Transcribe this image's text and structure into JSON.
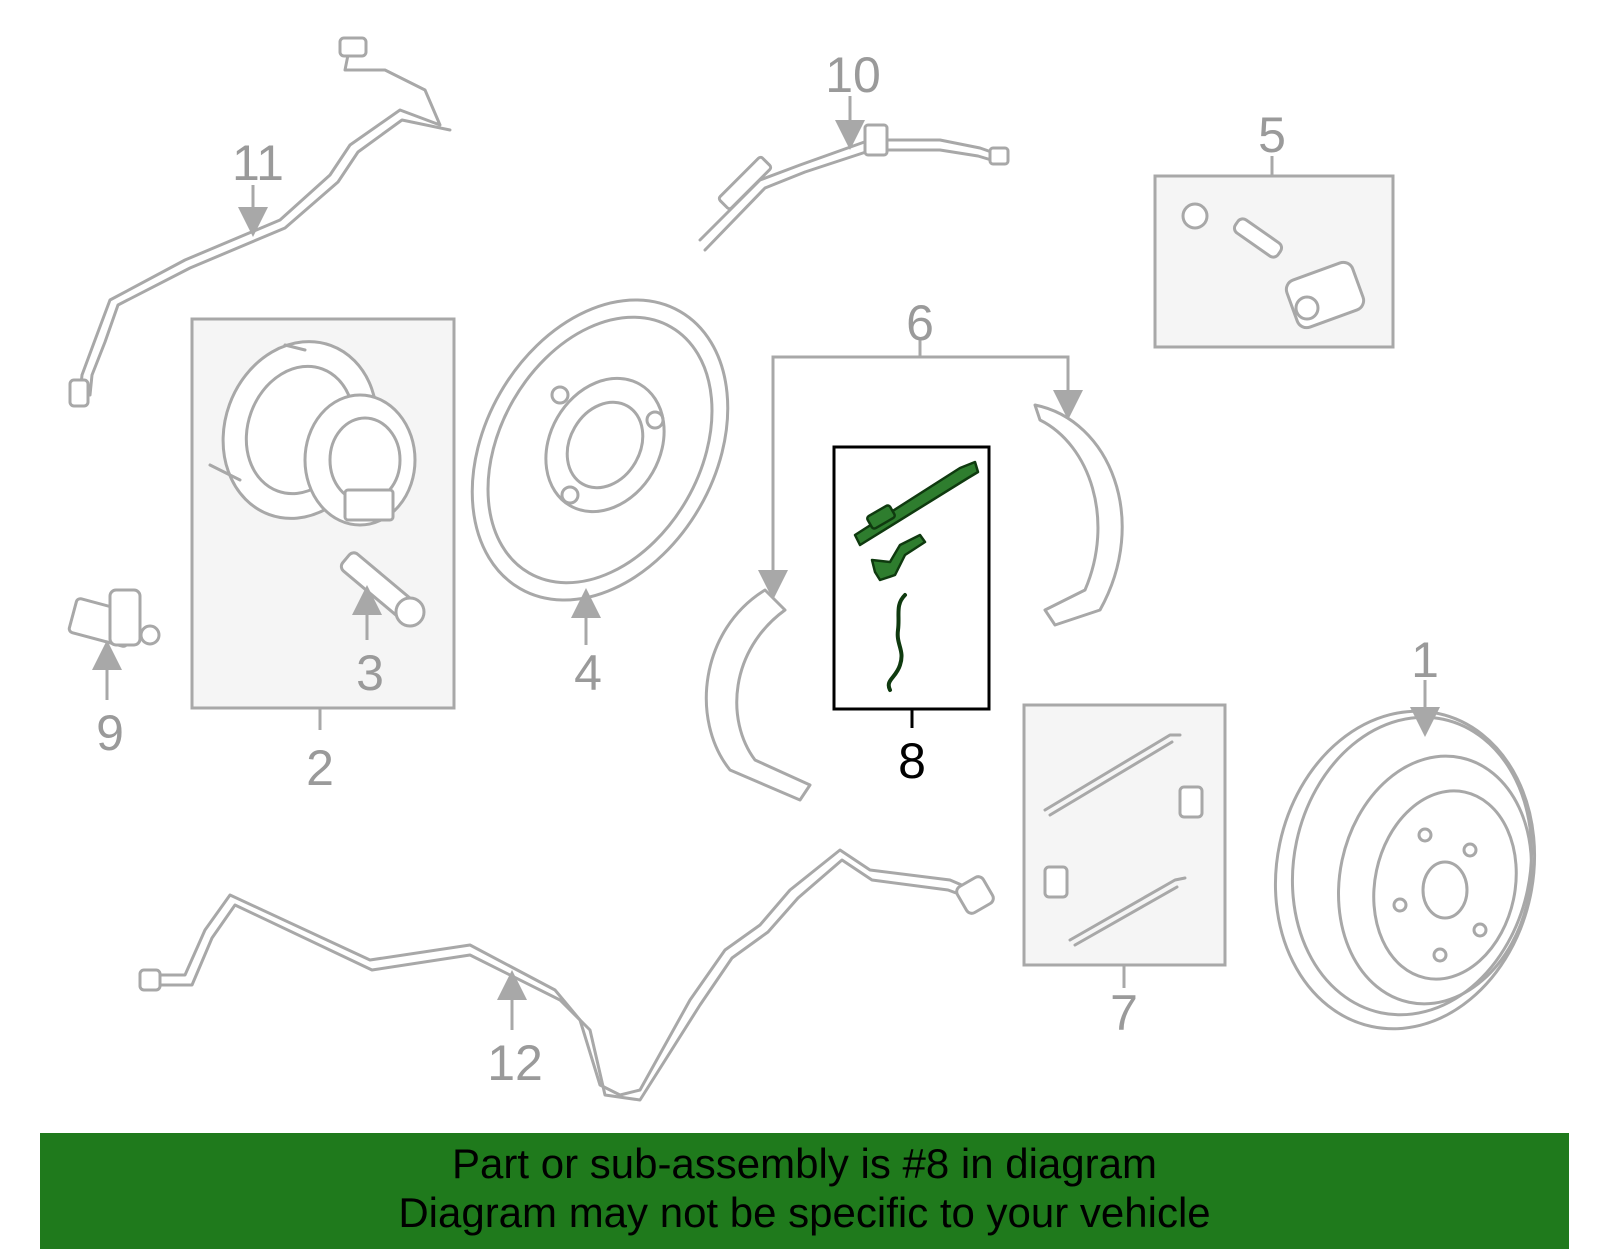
{
  "callouts": {
    "c1": "1",
    "c2": "2",
    "c3": "3",
    "c4": "4",
    "c5": "5",
    "c6": "6",
    "c7": "7",
    "c8": "8",
    "c9": "9",
    "c10": "10",
    "c11": "11",
    "c12": "12"
  },
  "highlighted_part": "8",
  "banner": {
    "line1": "Part or sub-assembly is #8 in diagram",
    "line2": "Diagram may not be specific to your vehicle",
    "color": "#1f7a1c"
  },
  "colors": {
    "part_outline": "#a8a8a8",
    "highlight_part": "#2e7d2e"
  }
}
